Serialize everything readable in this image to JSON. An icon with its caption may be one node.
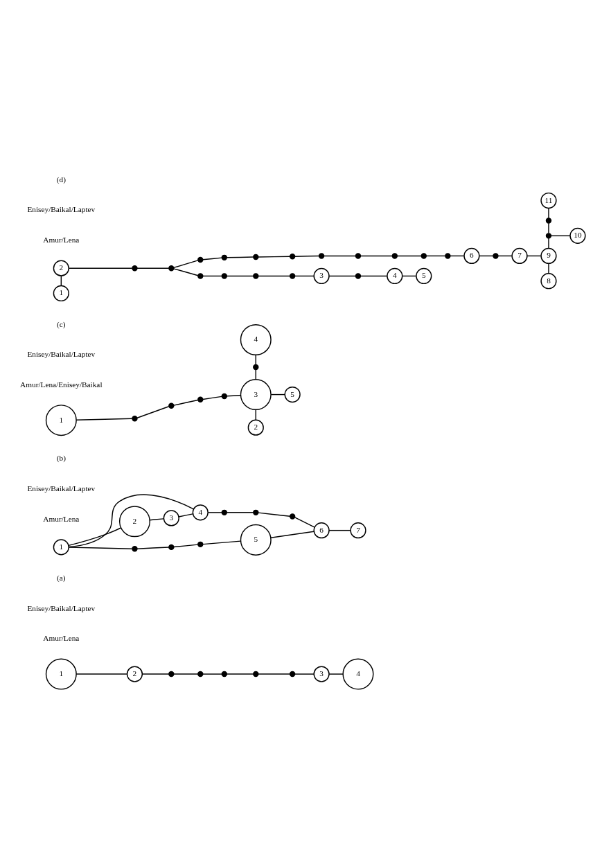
{
  "diagram": {
    "nodes": [
      {
        "text": [
          "1"
        ]
      },
      {
        "text": [
          "2"
        ]
      },
      {
        "text": [],
        "shape": "dot"
      },
      {
        "text": [],
        "shape": "dot"
      },
      {
        "text": [],
        "shape": "dot"
      },
      {
        "text": [],
        "shape": "dot"
      },
      {
        "text": [],
        "shape": "dot"
      },
      {
        "text": [
          "3"
        ]
      },
      {
        "text": [
          "4"
        ]
      },
      {
        "text": [
          "1"
        ]
      },
      {
        "text": [],
        "shape": "dot"
      },
      {
        "text": [],
        "shape": "dot"
      },
      {
        "text": [],
        "shape": "dot"
      },
      {
        "text": [
          "5"
        ]
      },
      {
        "text": [
          "6"
        ]
      },
      {
        "text": [
          "7"
        ]
      },
      {
        "text": [
          "2"
        ]
      },
      {
        "text": [
          "4"
        ]
      },
      {
        "text": [],
        "shape": "dot"
      },
      {
        "text": [],
        "shape": "dot"
      },
      {
        "text": [],
        "shape": "dot"
      },
      {
        "text": [
          "3"
        ]
      },
      {
        "text": [
          "2"
        ]
      },
      {
        "text": [
          "1"
        ]
      },
      {
        "text": [],
        "shape": "dot"
      },
      {
        "text": [],
        "shape": "dot"
      },
      {
        "text": [],
        "shape": "dot"
      },
      {
        "text": [],
        "shape": "dot"
      },
      {
        "text": [
          "3"
        ]
      },
      {
        "text": [
          "5"
        ]
      },
      {
        "text": [],
        "shape": "dot"
      },
      {
        "text": [
          "4"
        ]
      },
      {
        "text": [
          "1"
        ]
      },
      {
        "text": [
          "2"
        ]
      },
      {
        "text": [],
        "shape": "dot"
      },
      {
        "text": [],
        "shape": "dot"
      },
      {
        "text": [],
        "shape": "dot"
      },
      {
        "text": [],
        "shape": "dot"
      },
      {
        "text": [],
        "shape": "dot"
      },
      {
        "text": [],
        "shape": "dot"
      },
      {
        "text": [
          "3"
        ]
      },
      {
        "text": [],
        "shape": "dot"
      },
      {
        "text": [
          "4"
        ]
      },
      {
        "text": [
          "5"
        ]
      },
      {
        "text": [
          "8"
        ]
      },
      {
        "text": [],
        "shape": "dot"
      },
      {
        "text": [],
        "shape": "dot"
      },
      {
        "text": [],
        "shape": "dot"
      },
      {
        "text": [],
        "shape": "dot"
      },
      {
        "text": [],
        "shape": "dot"
      },
      {
        "text": [],
        "shape": "dot"
      },
      {
        "text": [],
        "shape": "dot"
      },
      {
        "text": [],
        "shape": "dot"
      },
      {
        "text": [],
        "shape": "dot"
      },
      {
        "text": [
          "6"
        ]
      },
      {
        "text": [],
        "shape": "dot"
      },
      {
        "text": [
          "7"
        ]
      },
      {
        "text": [
          "9"
        ]
      },
      {
        "text": [],
        "shape": "dot"
      },
      {
        "text": [
          "10"
        ]
      },
      {
        "text": [],
        "shape": "dot"
      },
      {
        "text": [
          "11"
        ]
      }
    ],
    "edges": [
      {
        "from": 0,
        "to": 1,
        "arrow": "none"
      },
      {
        "from": 1,
        "to": 2,
        "arrow": "none"
      },
      {
        "from": 2,
        "to": 3,
        "arrow": "none"
      },
      {
        "from": 3,
        "to": 4,
        "arrow": "none"
      },
      {
        "from": 4,
        "to": 5,
        "arrow": "none"
      },
      {
        "from": 5,
        "to": 6,
        "arrow": "none"
      },
      {
        "from": 6,
        "to": 7,
        "arrow": "none"
      },
      {
        "from": 7,
        "to": 8,
        "arrow": "none"
      },
      {
        "from": 9,
        "to": 16,
        "arrow": "none"
      },
      {
        "from": 16,
        "to": 21,
        "arrow": "none"
      },
      {
        "from": 21,
        "to": 17,
        "arrow": "none"
      },
      {
        "from": 9,
        "to": 17,
        "arrow": "none"
      },
      {
        "from": 9,
        "to": 10,
        "arrow": "none"
      },
      {
        "from": 10,
        "to": 11,
        "arrow": "none"
      },
      {
        "from": 11,
        "to": 12,
        "arrow": "none"
      },
      {
        "from": 12,
        "to": 13,
        "arrow": "none"
      },
      {
        "from": 13,
        "to": 14,
        "arrow": "none"
      },
      {
        "from": 14,
        "to": 15,
        "arrow": "none"
      },
      {
        "from": 17,
        "to": 18,
        "arrow": "none"
      },
      {
        "from": 18,
        "to": 19,
        "arrow": "none"
      },
      {
        "from": 19,
        "to": 20,
        "arrow": "none"
      },
      {
        "from": 20,
        "to": 14,
        "arrow": "none"
      },
      {
        "from": 23,
        "to": 24,
        "arrow": "none"
      },
      {
        "from": 24,
        "to": 25,
        "arrow": "none"
      },
      {
        "from": 25,
        "to": 26,
        "arrow": "none"
      },
      {
        "from": 26,
        "to": 27,
        "arrow": "none"
      },
      {
        "from": 27,
        "to": 28,
        "arrow": "none"
      },
      {
        "from": 22,
        "to": 28,
        "arrow": "none"
      },
      {
        "from": 28,
        "to": 29,
        "arrow": "none"
      },
      {
        "from": 28,
        "to": 30,
        "arrow": "none"
      },
      {
        "from": 30,
        "to": 31,
        "arrow": "none"
      },
      {
        "from": 32,
        "to": 33,
        "arrow": "none"
      },
      {
        "from": 33,
        "to": 34,
        "arrow": "none"
      },
      {
        "from": 34,
        "to": 35,
        "arrow": "none"
      },
      {
        "from": 35,
        "to": 36,
        "arrow": "none"
      },
      {
        "from": 36,
        "to": 37,
        "arrow": "none"
      },
      {
        "from": 37,
        "to": 38,
        "arrow": "none"
      },
      {
        "from": 38,
        "to": 39,
        "arrow": "none"
      },
      {
        "from": 39,
        "to": 40,
        "arrow": "none"
      },
      {
        "from": 40,
        "to": 41,
        "arrow": "none"
      },
      {
        "from": 41,
        "to": 42,
        "arrow": "none"
      },
      {
        "from": 42,
        "to": 43,
        "arrow": "none"
      },
      {
        "from": 35,
        "to": 45,
        "arrow": "none"
      },
      {
        "from": 45,
        "to": 46,
        "arrow": "none"
      },
      {
        "from": 46,
        "to": 47,
        "arrow": "none"
      },
      {
        "from": 47,
        "to": 48,
        "arrow": "none"
      },
      {
        "from": 48,
        "to": 49,
        "arrow": "none"
      },
      {
        "from": 49,
        "to": 50,
        "arrow": "none"
      },
      {
        "from": 50,
        "to": 51,
        "arrow": "none"
      },
      {
        "from": 51,
        "to": 52,
        "arrow": "none"
      },
      {
        "from": 52,
        "to": 53,
        "arrow": "none"
      },
      {
        "from": 53,
        "to": 54,
        "arrow": "none"
      },
      {
        "from": 54,
        "to": 55,
        "arrow": "none"
      },
      {
        "from": 55,
        "to": 56,
        "arrow": "none"
      },
      {
        "from": 56,
        "to": 57,
        "arrow": "none"
      },
      {
        "from": 44,
        "to": 57,
        "arrow": "none"
      },
      {
        "from": 57,
        "to": 58,
        "arrow": "none"
      },
      {
        "from": 58,
        "to": 59,
        "arrow": "none"
      },
      {
        "from": 58,
        "to": 60,
        "arrow": "none"
      },
      {
        "from": 60,
        "to": 61,
        "arrow": "none"
      }
    ],
    "labels": [
      "(a)",
      "Enisey/Baikal/Laptev",
      "Amur/Lena",
      "(b)",
      "Enisey/Baikal/Laptev",
      "Amur/Lena",
      "(c)",
      "Enisey/Baikal/Laptev",
      "Amur/Lena/Enisey/Baikal",
      "(d)",
      "Enisey/Baikal/Laptev",
      "Amur/Lena"
    ]
  }
}
